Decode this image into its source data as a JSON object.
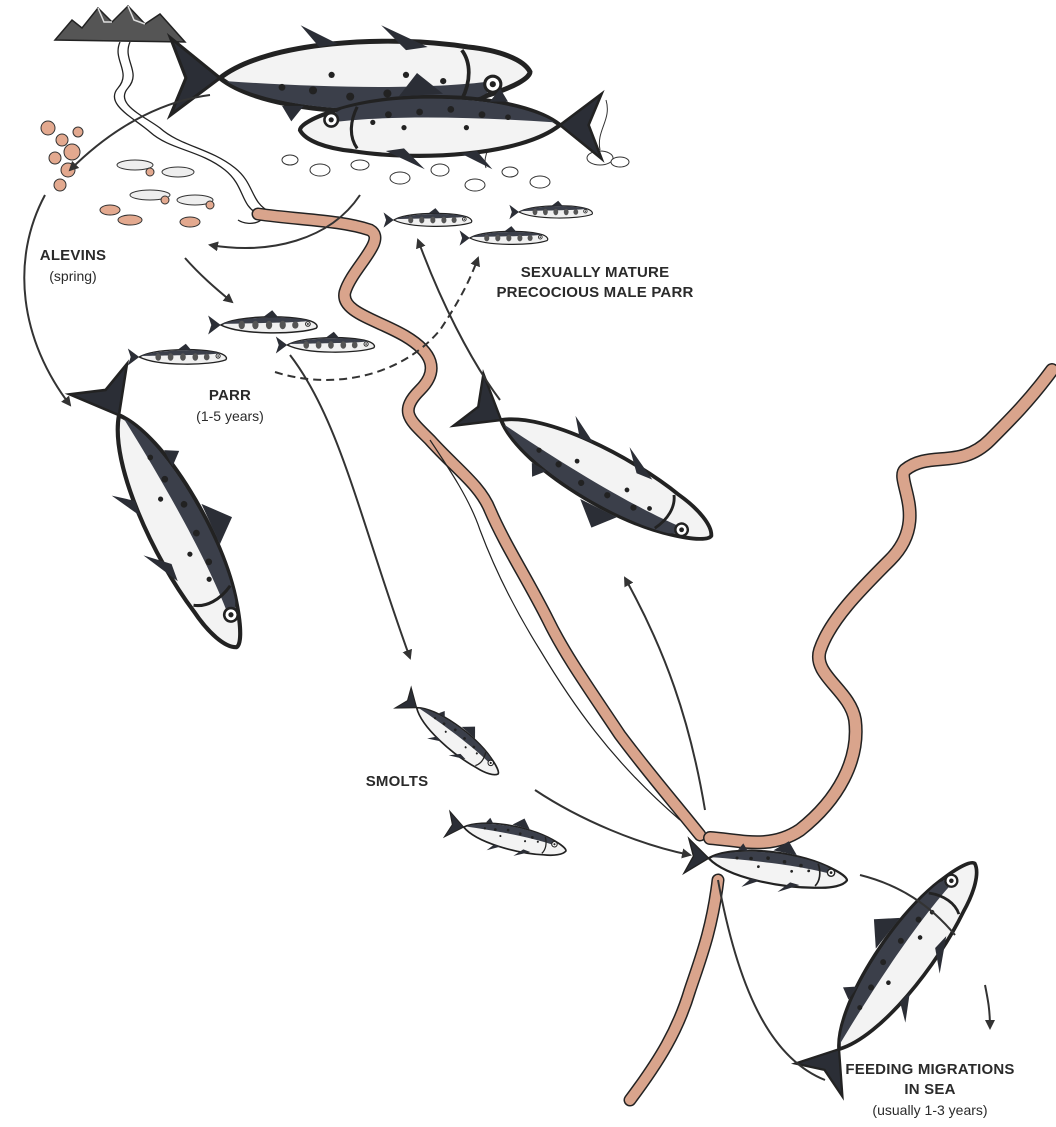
{
  "colors": {
    "ink": "#222222",
    "salmon_pink": "#d9a48c",
    "egg": "#e3a98f",
    "fish_body": "#f2f2f2",
    "fish_back": "#3b3f4a"
  },
  "labels": {
    "alevins": {
      "title": "ALEVINS",
      "sub": "(spring)"
    },
    "precocious_parr": {
      "line1": "SEXUALLY MATURE",
      "line2": "PRECOCIOUS MALE PARR"
    },
    "parr": {
      "title": "PARR",
      "sub": "(1-5 years)"
    },
    "smolts": {
      "title": "SMOLTS"
    },
    "feeding": {
      "line1": "FEEDING MIGRATIONS",
      "line2": "IN SEA",
      "sub": "(usually 1-3 years)"
    }
  }
}
